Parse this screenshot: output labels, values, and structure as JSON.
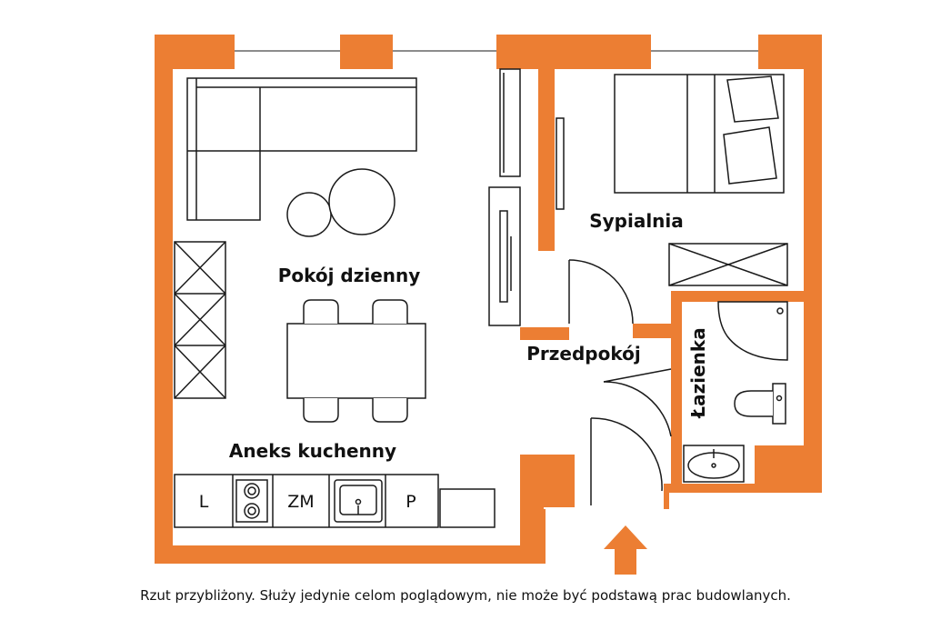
{
  "rooms": {
    "living": "Pokój dzienny",
    "bedroom": "Sypialnia",
    "hall": "Przedpokój",
    "bathroom": "Łazienka",
    "kitchen": "Aneks kuchenny"
  },
  "kitchen_units": {
    "fridge": "L",
    "dishwasher": "ZM",
    "p": "P"
  },
  "caption": "Rzut przybliżony. Służy jedynie celom poglądowym, nie może być podstawą prac budowlanych.",
  "colors": {
    "wall": "#EC7E33",
    "line": "#1A1A1A",
    "background": "#FFFFFF"
  }
}
